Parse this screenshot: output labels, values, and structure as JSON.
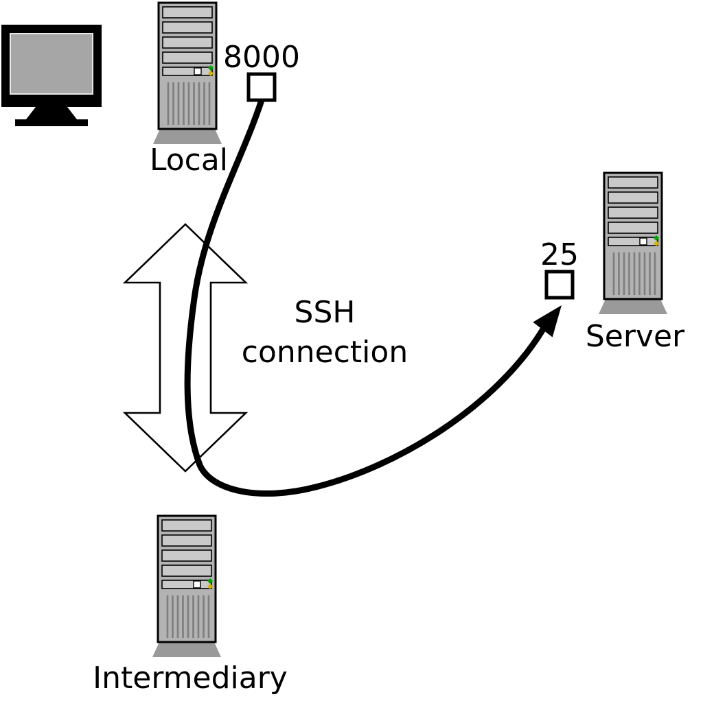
{
  "diagram": {
    "title_hint": "SSH tunnel port forwarding diagram",
    "nodes": {
      "local": {
        "label": "Local",
        "port": "8000"
      },
      "intermediary": {
        "label": "Intermediary"
      },
      "server": {
        "label": "Server",
        "port": "25"
      }
    },
    "connection": {
      "line1": "SSH",
      "line2": "connection"
    }
  },
  "colors": {
    "background": "#ffffff",
    "outline": "#000000",
    "tower-gray": "#b3b3b3",
    "bay-gray": "#c9c9c9",
    "base-gray": "#9a9a9a",
    "screen-gray": "#a6a6a6",
    "vent-gray": "#7d7d7d",
    "led-green": "#00a300",
    "led-amber": "#d8b400"
  }
}
